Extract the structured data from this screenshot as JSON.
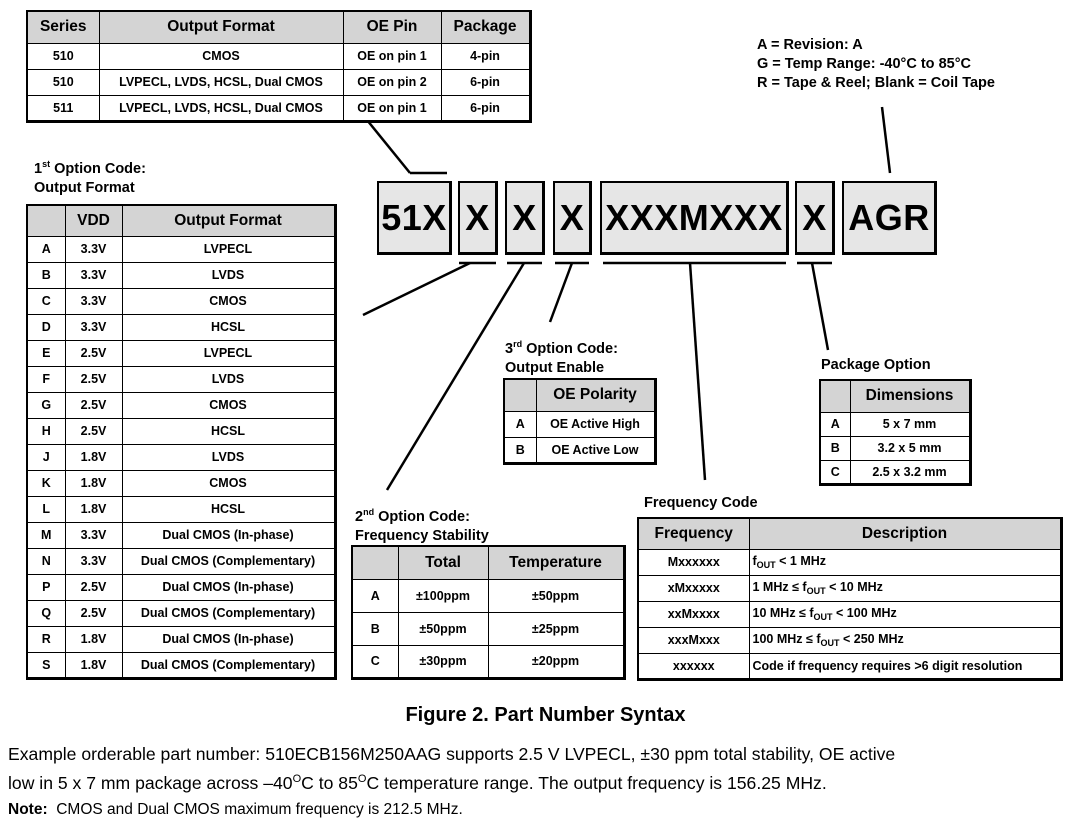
{
  "series_table": {
    "headers": [
      "Series",
      "Output Format",
      "OE Pin",
      "Package"
    ],
    "rows": [
      [
        "510",
        "CMOS",
        "OE on pin 1",
        "4-pin"
      ],
      [
        "510",
        "LVPECL, LVDS, HCSL, Dual CMOS",
        "OE on pin 2",
        "6-pin"
      ],
      [
        "511",
        "LVPECL, LVDS, HCSL, Dual CMOS",
        "OE on pin 1",
        "6-pin"
      ]
    ]
  },
  "legend_top_right": [
    "A = Revision: A",
    "G = Temp Range: -40°C to 85°C",
    "R = Tape & Reel; Blank = Coil Tape"
  ],
  "part_number": [
    "51X",
    "X",
    "X",
    "X",
    "XXXMXXX",
    "X",
    "AGR"
  ],
  "option1": {
    "label_prefix": "1",
    "label_sup": "st",
    "label_rest": " Option Code:",
    "label_line2": "Output Format",
    "headers": [
      "",
      "VDD",
      "Output Format"
    ],
    "rows": [
      [
        "A",
        "3.3V",
        "LVPECL"
      ],
      [
        "B",
        "3.3V",
        "LVDS"
      ],
      [
        "C",
        "3.3V",
        "CMOS"
      ],
      [
        "D",
        "3.3V",
        "HCSL"
      ],
      [
        "E",
        "2.5V",
        "LVPECL"
      ],
      [
        "F",
        "2.5V",
        "LVDS"
      ],
      [
        "G",
        "2.5V",
        "CMOS"
      ],
      [
        "H",
        "2.5V",
        "HCSL"
      ],
      [
        "J",
        "1.8V",
        "LVDS"
      ],
      [
        "K",
        "1.8V",
        "CMOS"
      ],
      [
        "L",
        "1.8V",
        "HCSL"
      ],
      [
        "M",
        "3.3V",
        "Dual CMOS (In-phase)"
      ],
      [
        "N",
        "3.3V",
        "Dual CMOS (Complementary)"
      ],
      [
        "P",
        "2.5V",
        "Dual CMOS (In-phase)"
      ],
      [
        "Q",
        "2.5V",
        "Dual CMOS (Complementary)"
      ],
      [
        "R",
        "1.8V",
        "Dual CMOS (In-phase)"
      ],
      [
        "S",
        "1.8V",
        "Dual CMOS (Complementary)"
      ]
    ]
  },
  "option2": {
    "label_prefix": "2",
    "label_sup": "nd",
    "label_rest": " Option Code:",
    "label_line2": "Frequency Stability",
    "headers": [
      "",
      "Total",
      "Temperature"
    ],
    "rows": [
      [
        "A",
        "±100ppm",
        "±50ppm"
      ],
      [
        "B",
        "±50ppm",
        "±25ppm"
      ],
      [
        "C",
        "±30ppm",
        "±20ppm"
      ]
    ]
  },
  "option3": {
    "label_prefix": "3",
    "label_sup": "rd",
    "label_rest": " Option Code:",
    "label_line2": "Output Enable",
    "headers": [
      "",
      "OE Polarity"
    ],
    "rows": [
      [
        "A",
        "OE Active High"
      ],
      [
        "B",
        "OE Active Low"
      ]
    ]
  },
  "package": {
    "label": "Package Option",
    "headers": [
      "",
      "Dimensions"
    ],
    "rows": [
      [
        "A",
        "5 x 7 mm"
      ],
      [
        "B",
        "3.2 x 5 mm"
      ],
      [
        "C",
        "2.5 x 3.2 mm"
      ]
    ]
  },
  "frequency": {
    "label": "Frequency Code",
    "headers": [
      "Frequency",
      "Description"
    ],
    "f_symbol": "f",
    "f_sub": "OUT",
    "rows": [
      {
        "code": "Mxxxxxx",
        "pre": "",
        "post": " < 1 MHz"
      },
      {
        "code": "xMxxxxx",
        "pre": "1 MHz  ≤ ",
        "post": " < 10 MHz"
      },
      {
        "code": "xxMxxxx",
        "pre": "10 MHz  ≤ ",
        "post": " < 100 MHz"
      },
      {
        "code": "xxxMxxx",
        "pre": "100 MHz  ≤ ",
        "post": " < 250 MHz"
      },
      {
        "code": "xxxxxx",
        "plain": "Code if frequency requires >6 digit resolution"
      }
    ]
  },
  "caption": "Figure 2. Part Number Syntax",
  "example": {
    "line1": "Example orderable part number: 510ECB156M250AAG supports 2.5 V LVPECL, ±30 ppm total stability, OE active",
    "line2_a": "low in 5 x 7 mm package across –40",
    "line2_sup1": "O",
    "line2_b": "C to 85",
    "line2_sup2": "O",
    "line2_c": "C temperature range. The output frequency is 156.25 MHz."
  },
  "note": {
    "label": "Note:",
    "text": "CMOS and Dual CMOS maximum frequency is 212.5 MHz."
  }
}
